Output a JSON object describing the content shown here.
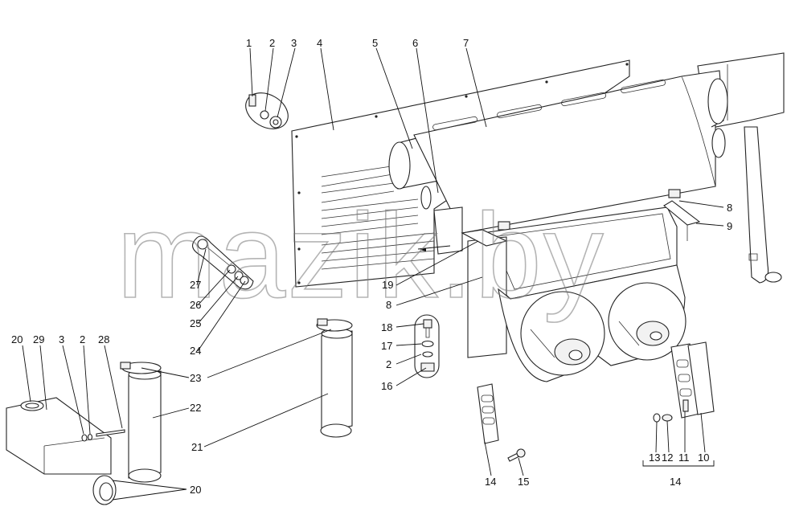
{
  "watermark": "mazik.by",
  "callouts": [
    "1",
    "2",
    "3",
    "4",
    "5",
    "6",
    "7",
    "8",
    "9",
    "19",
    "8",
    "27",
    "26",
    "25",
    "24",
    "18",
    "17",
    "2",
    "16",
    "23",
    "22",
    "21",
    "20",
    "29",
    "3",
    "2",
    "28",
    "20",
    "14",
    "15",
    "13",
    "12",
    "11",
    "10",
    "14"
  ]
}
